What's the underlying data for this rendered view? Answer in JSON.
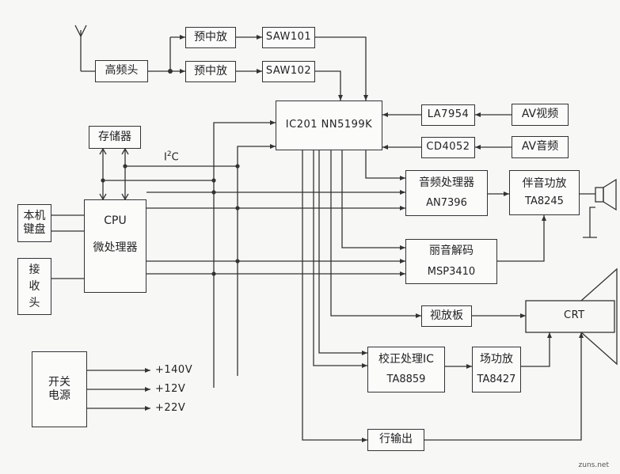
{
  "blocks": {
    "tuner": "高频头",
    "preamp_a": "预中放",
    "preamp_b": "预中放",
    "saw101": "SAW101",
    "saw102": "SAW102",
    "ic201": "IC201 NN5199K",
    "la7954": "LA7954",
    "cd4052": "CD4052",
    "av_video": "AV视频",
    "av_audio": "AV音频",
    "memory": "存储器",
    "cpu_line1": "CPU",
    "cpu_line2": "微处理器",
    "keyboard_line1": "本机",
    "keyboard_line2": "键盘",
    "receiver_line1": "接",
    "receiver_line2": "收",
    "receiver_line3": "头",
    "audio_proc_line1": "音频处理器",
    "audio_proc_line2": "AN7396",
    "sound_amp_line1": "伴音功放",
    "sound_amp_line2": "TA8245",
    "nicam_line1": "丽音解码",
    "nicam_line2": "MSP3410",
    "video_amp": "视放板",
    "crt": "CRT",
    "correction_line1": "校正处理IC",
    "correction_line2": "TA8859",
    "field_amp_line1": "场功放",
    "field_amp_line2": "TA8427",
    "line_out": "行输出",
    "psu_line1": "开关",
    "psu_line2": "电源"
  },
  "labels": {
    "i2c_main": "I",
    "i2c_sup": "2",
    "i2c_tail": "C",
    "v140": "+140V",
    "v12": "+12V",
    "v22": "+22V"
  },
  "watermark": "zuns.net"
}
